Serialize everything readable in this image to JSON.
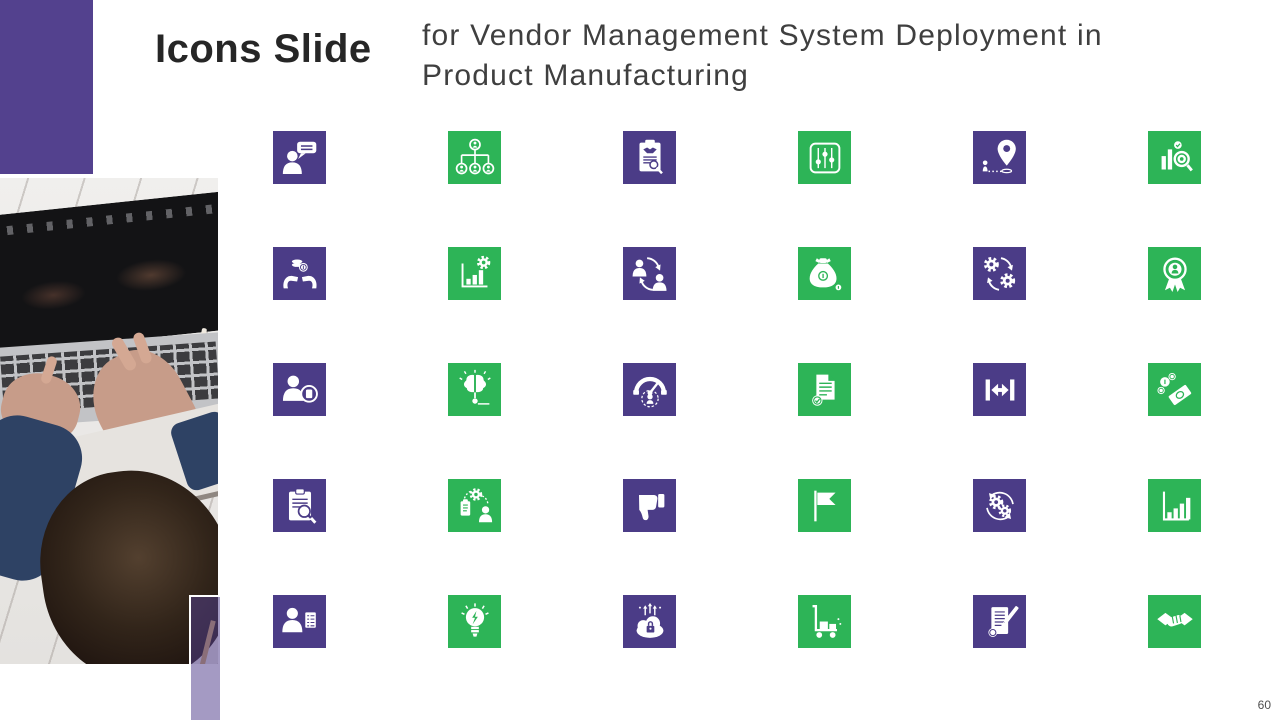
{
  "header": {
    "title": "Icons Slide",
    "subtitle": "for Vendor Management System Deployment in Product Manufacturing"
  },
  "slide": {
    "page_number": "60"
  },
  "colors": {
    "purple": "#4B3C87",
    "green": "#2DB457",
    "corner_purple": "#53418E",
    "overlay_lavender": "rgba(83,65,142,0.53)"
  },
  "icons": [
    {
      "name": "person-speech-bubble",
      "color": "purple"
    },
    {
      "name": "org-chart-people",
      "color": "green"
    },
    {
      "name": "contract-review-clipboard",
      "color": "purple"
    },
    {
      "name": "control-sliders",
      "color": "green"
    },
    {
      "name": "location-tracking-pin",
      "color": "purple"
    },
    {
      "name": "market-analysis-magnifier",
      "color": "green"
    },
    {
      "name": "cost-savings-hands",
      "color": "purple"
    },
    {
      "name": "revenue-growth-gear",
      "color": "green"
    },
    {
      "name": "staff-replacement-arrows",
      "color": "purple"
    },
    {
      "name": "money-bag",
      "color": "green"
    },
    {
      "name": "process-exchange-gears",
      "color": "purple"
    },
    {
      "name": "quality-award-badge",
      "color": "green"
    },
    {
      "name": "vendor-profile-id",
      "color": "purple"
    },
    {
      "name": "idea-brain",
      "color": "green"
    },
    {
      "name": "performance-gauge",
      "color": "purple"
    },
    {
      "name": "certified-document",
      "color": "green"
    },
    {
      "name": "capacity-width-arrows",
      "color": "purple"
    },
    {
      "name": "cash-payment",
      "color": "green"
    },
    {
      "name": "audit-clipboard-magnifier",
      "color": "purple"
    },
    {
      "name": "sourcing-process-workflow",
      "color": "green"
    },
    {
      "name": "thumbs-down",
      "color": "purple"
    },
    {
      "name": "milestone-flag",
      "color": "green"
    },
    {
      "name": "automation-gears-cycle",
      "color": "purple"
    },
    {
      "name": "growth-bar-chart",
      "color": "green"
    },
    {
      "name": "staff-document-checklist",
      "color": "purple"
    },
    {
      "name": "energy-idea-bulb",
      "color": "green"
    },
    {
      "name": "secure-cloud-upload",
      "color": "purple"
    },
    {
      "name": "delivery-trolley",
      "color": "green"
    },
    {
      "name": "contract-signing-pen",
      "color": "purple"
    },
    {
      "name": "partnership-handshake",
      "color": "green"
    }
  ]
}
